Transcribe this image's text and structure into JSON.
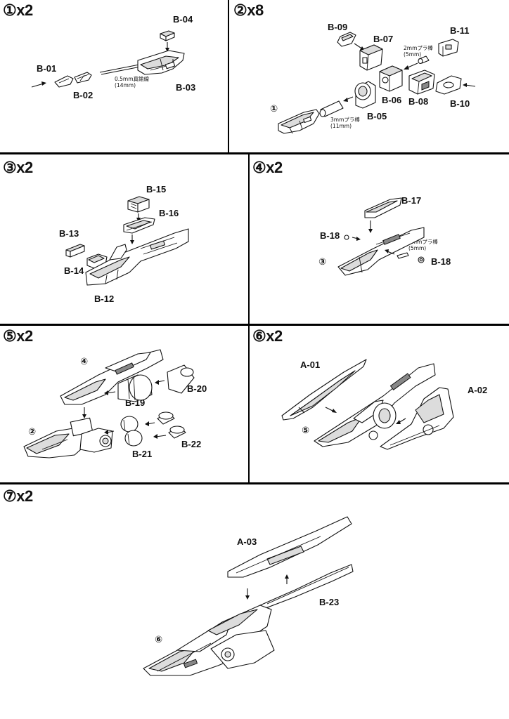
{
  "steps": [
    {
      "title": "①x2",
      "labels": {
        "b01": "B-01",
        "b02": "B-02",
        "b03": "B-03",
        "b04": "B-04"
      },
      "note": [
        "0.5mm真鍮線",
        "(14mm)"
      ]
    },
    {
      "title": "②x8",
      "labels": {
        "b05": "B-05",
        "b06": "B-06",
        "b07": "B-07",
        "b08": "B-08",
        "b09": "B-09",
        "b10": "B-10",
        "b11": "B-11"
      },
      "note_a": [
        "2mmプラ棒",
        "(5mm)"
      ],
      "note_b": [
        "3mmプラ棒",
        "(11mm)"
      ],
      "ref": "①"
    },
    {
      "title": "③x2",
      "labels": {
        "b12": "B-12",
        "b13": "B-13",
        "b14": "B-14",
        "b15": "B-15",
        "b16": "B-16"
      }
    },
    {
      "title": "④x2",
      "labels": {
        "b17": "B-17",
        "b18a": "B-18",
        "b18b": "B-18"
      },
      "note": [
        "1mmプラ棒",
        "(5mm)"
      ],
      "ref": "③"
    },
    {
      "title": "⑤x2",
      "labels": {
        "b19": "B-19",
        "b20": "B-20",
        "b21": "B-21",
        "b22": "B-22"
      },
      "ref_a": "④",
      "ref_b": "②"
    },
    {
      "title": "⑥x2",
      "labels": {
        "a01": "A-01",
        "a02": "A-02"
      },
      "ref": "⑤"
    },
    {
      "title": "⑦x2",
      "labels": {
        "a03": "A-03",
        "b23": "B-23"
      },
      "ref": "⑥"
    }
  ]
}
